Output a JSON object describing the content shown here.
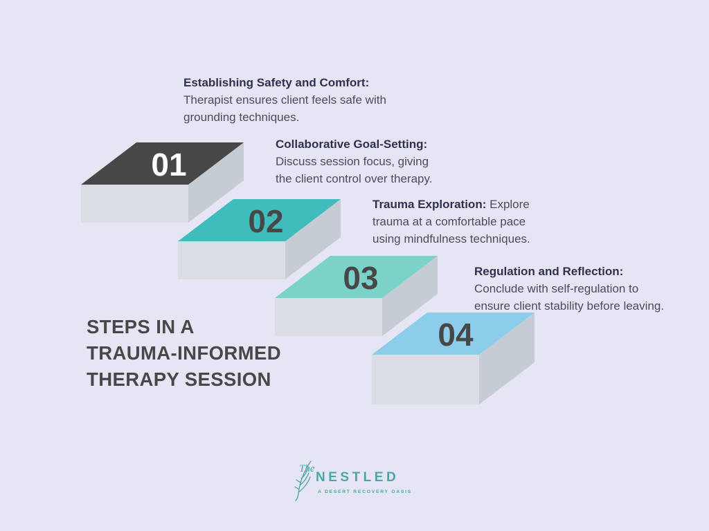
{
  "canvas": {
    "background": "#e6e5f4"
  },
  "title": {
    "lines": [
      "STEPS IN A",
      "TRAUMA-INFORMED",
      "THERAPY SESSION"
    ],
    "color": "#474747"
  },
  "faces": {
    "front": "#dadde3",
    "side": "#c6ccd4"
  },
  "steps": [
    {
      "number": "01",
      "top_color": "#474747",
      "number_color": "#ffffff",
      "heading": "Establishing Safety and Comfort:",
      "body_lines": [
        "Therapist ensures client feels safe with",
        "grounding techniques."
      ]
    },
    {
      "number": "02",
      "top_color": "#3fbcbc",
      "number_color": "#474747",
      "heading": "Collaborative Goal-Setting:",
      "body_lines": [
        "Discuss session focus, giving",
        "the client control over therapy."
      ]
    },
    {
      "number": "03",
      "top_color": "#7ad2c9",
      "number_color": "#474747",
      "heading": "Trauma Exploration:",
      "body_lines": [
        "Explore",
        "trauma at a comfortable pace",
        "using mindfulness techniques."
      ]
    },
    {
      "number": "04",
      "top_color": "#8ccdea",
      "number_color": "#474747",
      "heading": "Regulation and Reflection:",
      "body_lines": [
        "Conclude with self-regulation to",
        "ensure client stability before leaving."
      ]
    }
  ],
  "logo": {
    "script": "The",
    "name": "NESTLED",
    "tagline": "A DESERT RECOVERY OASIS",
    "color": "#4aa6a9"
  }
}
